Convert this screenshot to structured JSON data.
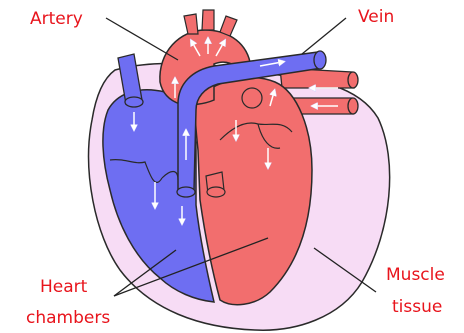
{
  "labels": {
    "artery": "Artery",
    "vein": "Vein",
    "heart_chambers_line1": "Heart",
    "heart_chambers_line2": "chambers",
    "muscle_tissue_line1": "Muscle",
    "muscle_tissue_line2": "tissue"
  },
  "colors": {
    "label_text": "#e8141c",
    "leader_line": "#222222",
    "outline": "#2a2a2a",
    "oxygen_poor_blue": "#6e6ef2",
    "oxygen_rich_red": "#f26e6e",
    "muscle_tissue_pink": "#f7dcf5",
    "flow_arrows": "#ffffff"
  }
}
